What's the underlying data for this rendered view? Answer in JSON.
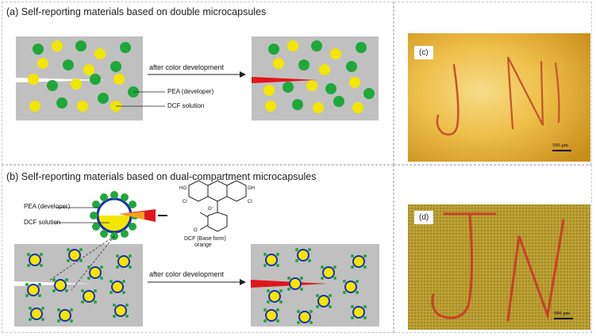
{
  "panel_a": {
    "title": "(a) Self-reporting materials based on double microcapsules",
    "arrow_label": "after color development",
    "label_pea": "PEA (developer)",
    "label_dcf": "DCF solution"
  },
  "panel_b": {
    "title": "(b) Self-reporting materials based on dual-compartment microcapsules",
    "label_pea": "PEA (developer)",
    "label_dcf": "DCF solution",
    "molecule_caption_1": "DCF (Base form)",
    "molecule_caption_2": "orange",
    "arrow_label": "after color development",
    "molecule_atoms": {
      "ho": "HO",
      "oh": "OH",
      "cl_left": "Cl",
      "cl_right": "Cl",
      "o_minus": "O⁻",
      "o": "O"
    }
  },
  "panel_c": {
    "tag": "(c)",
    "scale": "500 μm"
  },
  "panel_d": {
    "tag": "(d)",
    "scale": "500 μm"
  },
  "colors": {
    "matrix": "#c0c0c0",
    "developer_green": "#1fa83a",
    "dcf_yellow": "#f3e600",
    "shell_blue": "#1c2fb0",
    "crack_red": "#e0141c",
    "photo_c": "#e8b430",
    "photo_d": "#b59a2e"
  }
}
